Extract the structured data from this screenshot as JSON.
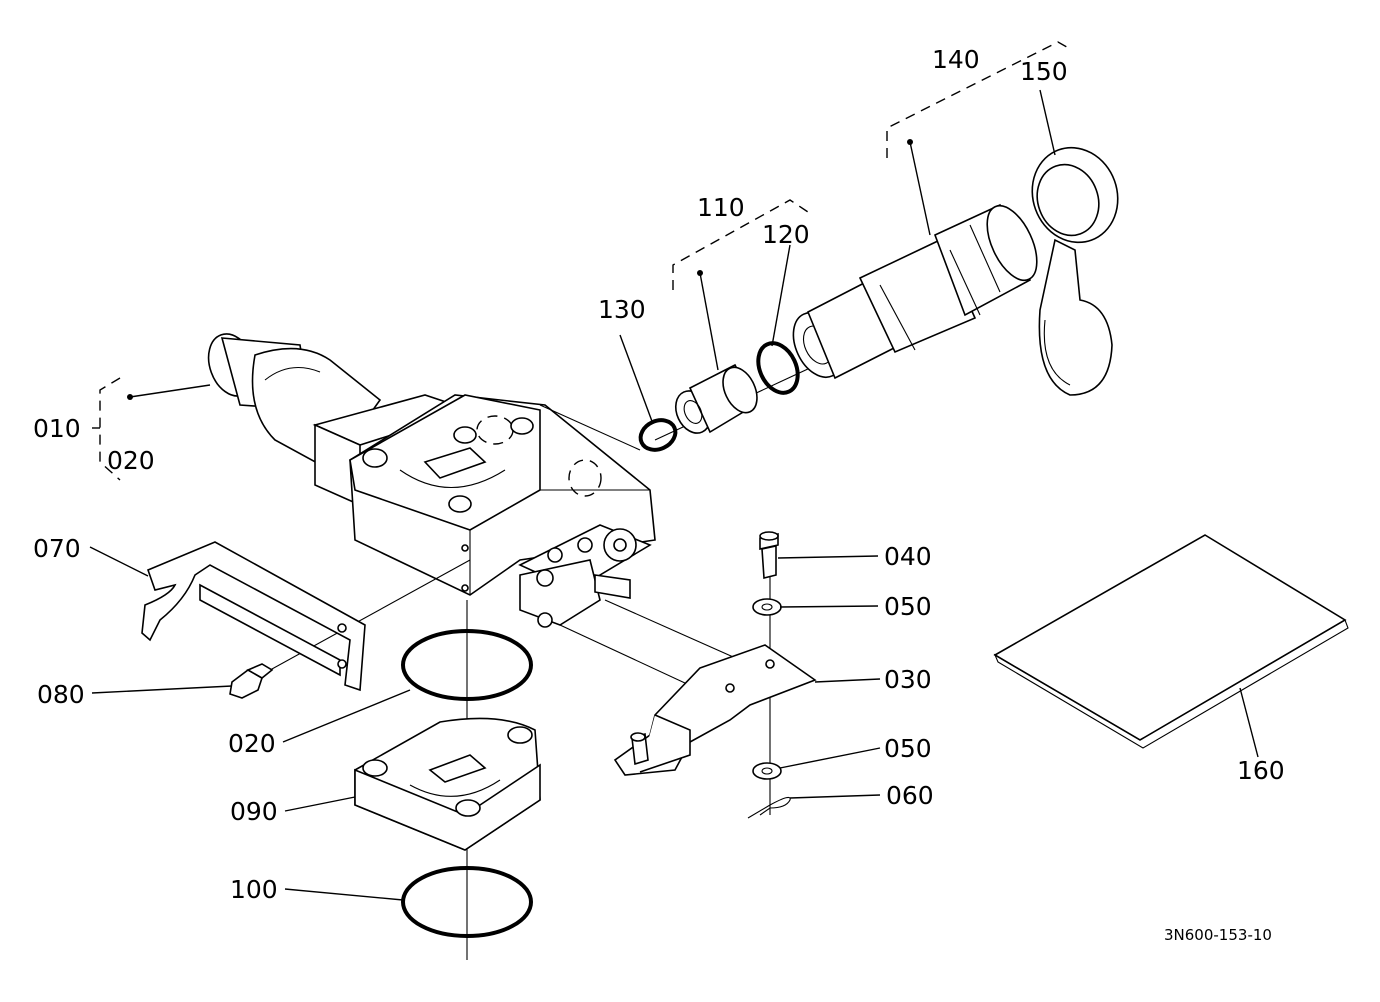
{
  "diagram": {
    "figure_code": "3N600-153-10",
    "callouts": {
      "p010": "010",
      "p020a": "020",
      "p070": "070",
      "p080": "080",
      "p020b": "020",
      "p090": "090",
      "p100": "100",
      "p130": "130",
      "p110": "110",
      "p120": "120",
      "p140": "140",
      "p150": "150",
      "p040": "040",
      "p050a": "050",
      "p030": "030",
      "p050b": "050",
      "p060": "060",
      "p160": "160"
    }
  }
}
